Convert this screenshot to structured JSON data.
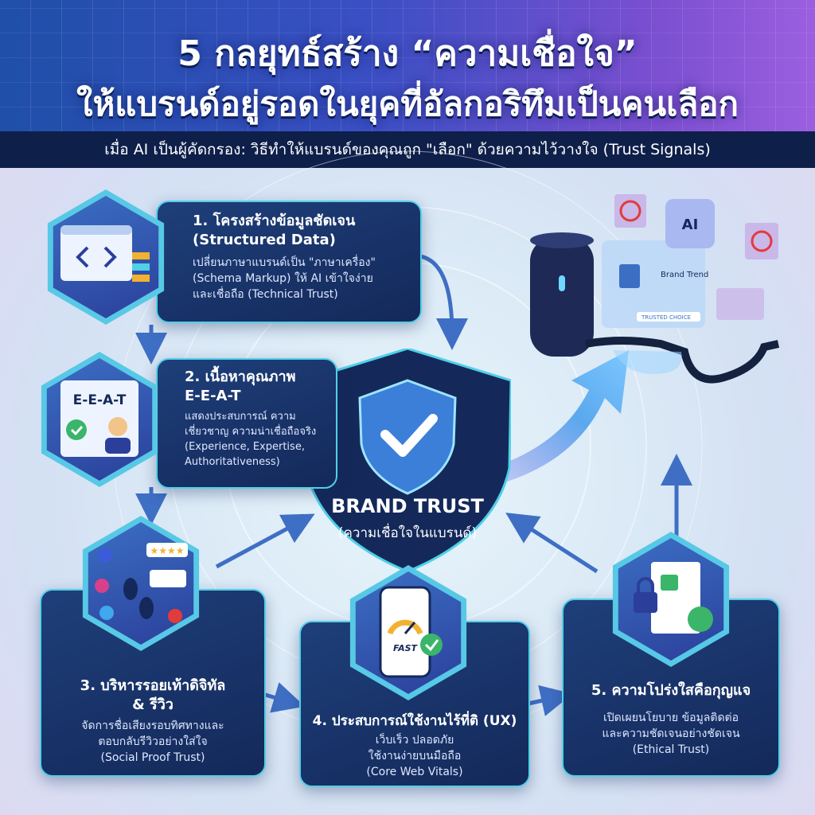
{
  "header": {
    "title_line1": "5 กลยุทธ์สร้าง “ความเชื่อใจ”",
    "title_line2": "ให้แบรนด์อยู่รอดในยุคที่อัลกอริทึมเป็นคนเลือก",
    "subtitle": "เมื่อ AI เป็นผู้คัดกรอง: วิธีทำให้แบรนด์ของคุณถูก \"เลือก\" ด้วยความไว้วางใจ (Trust Signals)"
  },
  "center": {
    "title": "BRAND TRUST",
    "subtitle": "(ความเชื่อใจในแบรนด์)"
  },
  "strategies": [
    {
      "title_lines": [
        "1. โครงสร้างข้อมูลชัดเจน",
        "(Structured Data)"
      ],
      "body_lines": [
        "เปลี่ยนภาษาแบรนด์เป็น \"ภาษาเครื่อง\"",
        "(Schema Markup) ให้ AI เข้าใจง่าย",
        "และเชื่อถือ (Technical Trust)"
      ]
    },
    {
      "title_lines": [
        "2. เนื้อหาคุณภาพ",
        "E-E-A-T"
      ],
      "body_lines": [
        "แสดงประสบการณ์ ความ",
        "เชี่ยวชาญ ความน่าเชื่อถือจริง",
        "(Experience, Expertise,",
        "Authoritativeness)"
      ]
    },
    {
      "title_lines": [
        "3. บริหารรอยเท้าดิจิทัล",
        "& รีวิว"
      ],
      "body_lines": [
        "จัดการชื่อเสียงรอบทิศทางและ",
        "ตอบกลับรีวิวอย่างใส่ใจ",
        "(Social Proof Trust)"
      ]
    },
    {
      "title_lines": [
        "4. ประสบการณ์ใช้งานไร้ที่ติ (UX)"
      ],
      "body_lines": [
        "เว็บเร็ว ปลอดภัย",
        "ใช้งานง่ายบนมือถือ",
        "(Core Web Vitals)"
      ]
    },
    {
      "title_lines": [
        "5. ความโปร่งใสคือกุญแจ"
      ],
      "body_lines": [
        "เปิดเผยนโยบาย ข้อมูลติดต่อ",
        "และความชัดเจนอย่างชัดเจน",
        "(Ethical Trust)"
      ]
    }
  ],
  "icons": {
    "eeat_label": "E-E-A-T",
    "fast_label": "FAST",
    "ai_label": "AI",
    "device_screen_label": "Brand Trend",
    "device_button_label": "TRUSTED CHOICE"
  },
  "colors": {
    "accent": "#4fd0e8",
    "box": "#14295a",
    "header": "#3a4fc4",
    "arrow": "#3f6fc4"
  }
}
